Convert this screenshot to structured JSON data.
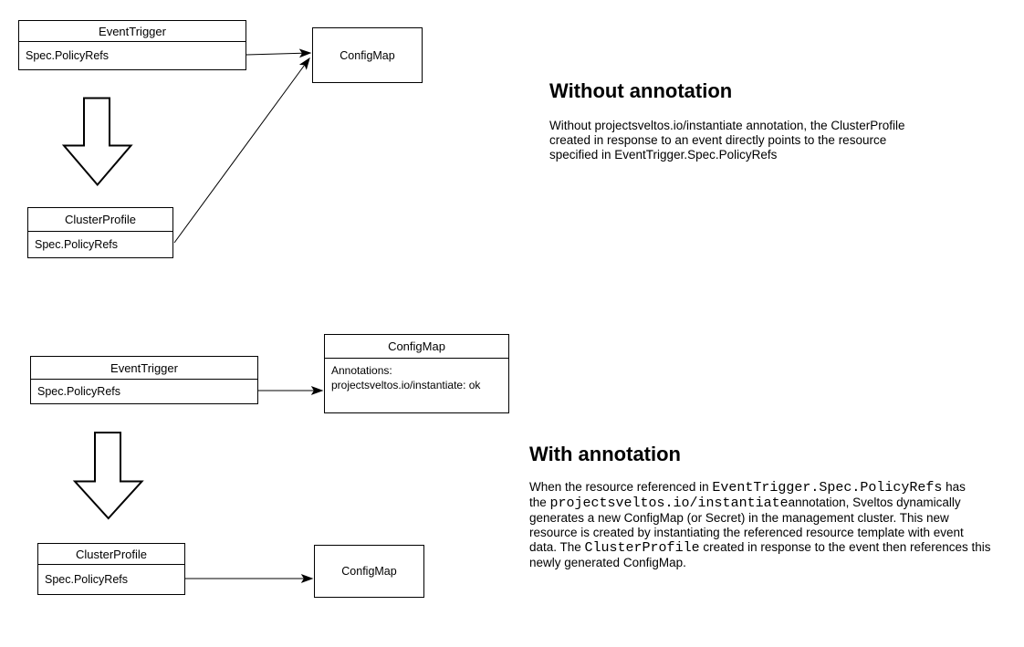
{
  "colors": {
    "stroke": "#000000",
    "background": "#ffffff",
    "text": "#000000"
  },
  "icons": {
    "without_transform": "down-arrow",
    "with_transform": "down-arrow"
  },
  "without": {
    "heading": "Without annotation",
    "body": "Without projectsveltos.io/instantiate annotation, the ClusterProfile\ncreated in response to an event directly points to the resource\nspecified in EventTrigger.Spec.PolicyRefs",
    "event_trigger": {
      "title": "EventTrigger",
      "field": "Spec.PolicyRefs"
    },
    "config_map": {
      "title": "ConfigMap"
    },
    "cluster_profile": {
      "title": "ClusterProfile",
      "field": "Spec.PolicyRefs"
    }
  },
  "with": {
    "heading": "With annotation",
    "body_segments": [
      {
        "t": "When the resource referenced in ",
        "mono": false
      },
      {
        "t": "EventTrigger.Spec.PolicyRefs",
        "mono": true
      },
      {
        "t": " has\nthe ",
        "mono": false
      },
      {
        "t": "projectsveltos.io/instantiate",
        "mono": true
      },
      {
        "t": "annotation, Sveltos dynamically\ngenerates a new ConfigMap (or Secret) in the management cluster. This new\nresource is created by instantiating the referenced resource template with event\ndata. The ",
        "mono": false
      },
      {
        "t": "ClusterProfile",
        "mono": true
      },
      {
        "t": " created in response to the event then references this\nnewly generated ConfigMap.",
        "mono": false
      }
    ],
    "event_trigger": {
      "title": "EventTrigger",
      "field": "Spec.PolicyRefs"
    },
    "config_map_referenced": {
      "title": "ConfigMap",
      "body": "Annotations:\nprojectsveltos.io/instantiate: ok"
    },
    "cluster_profile": {
      "title": "ClusterProfile",
      "field": "Spec.PolicyRefs"
    },
    "config_map_generated": {
      "title": "ConfigMap"
    }
  }
}
